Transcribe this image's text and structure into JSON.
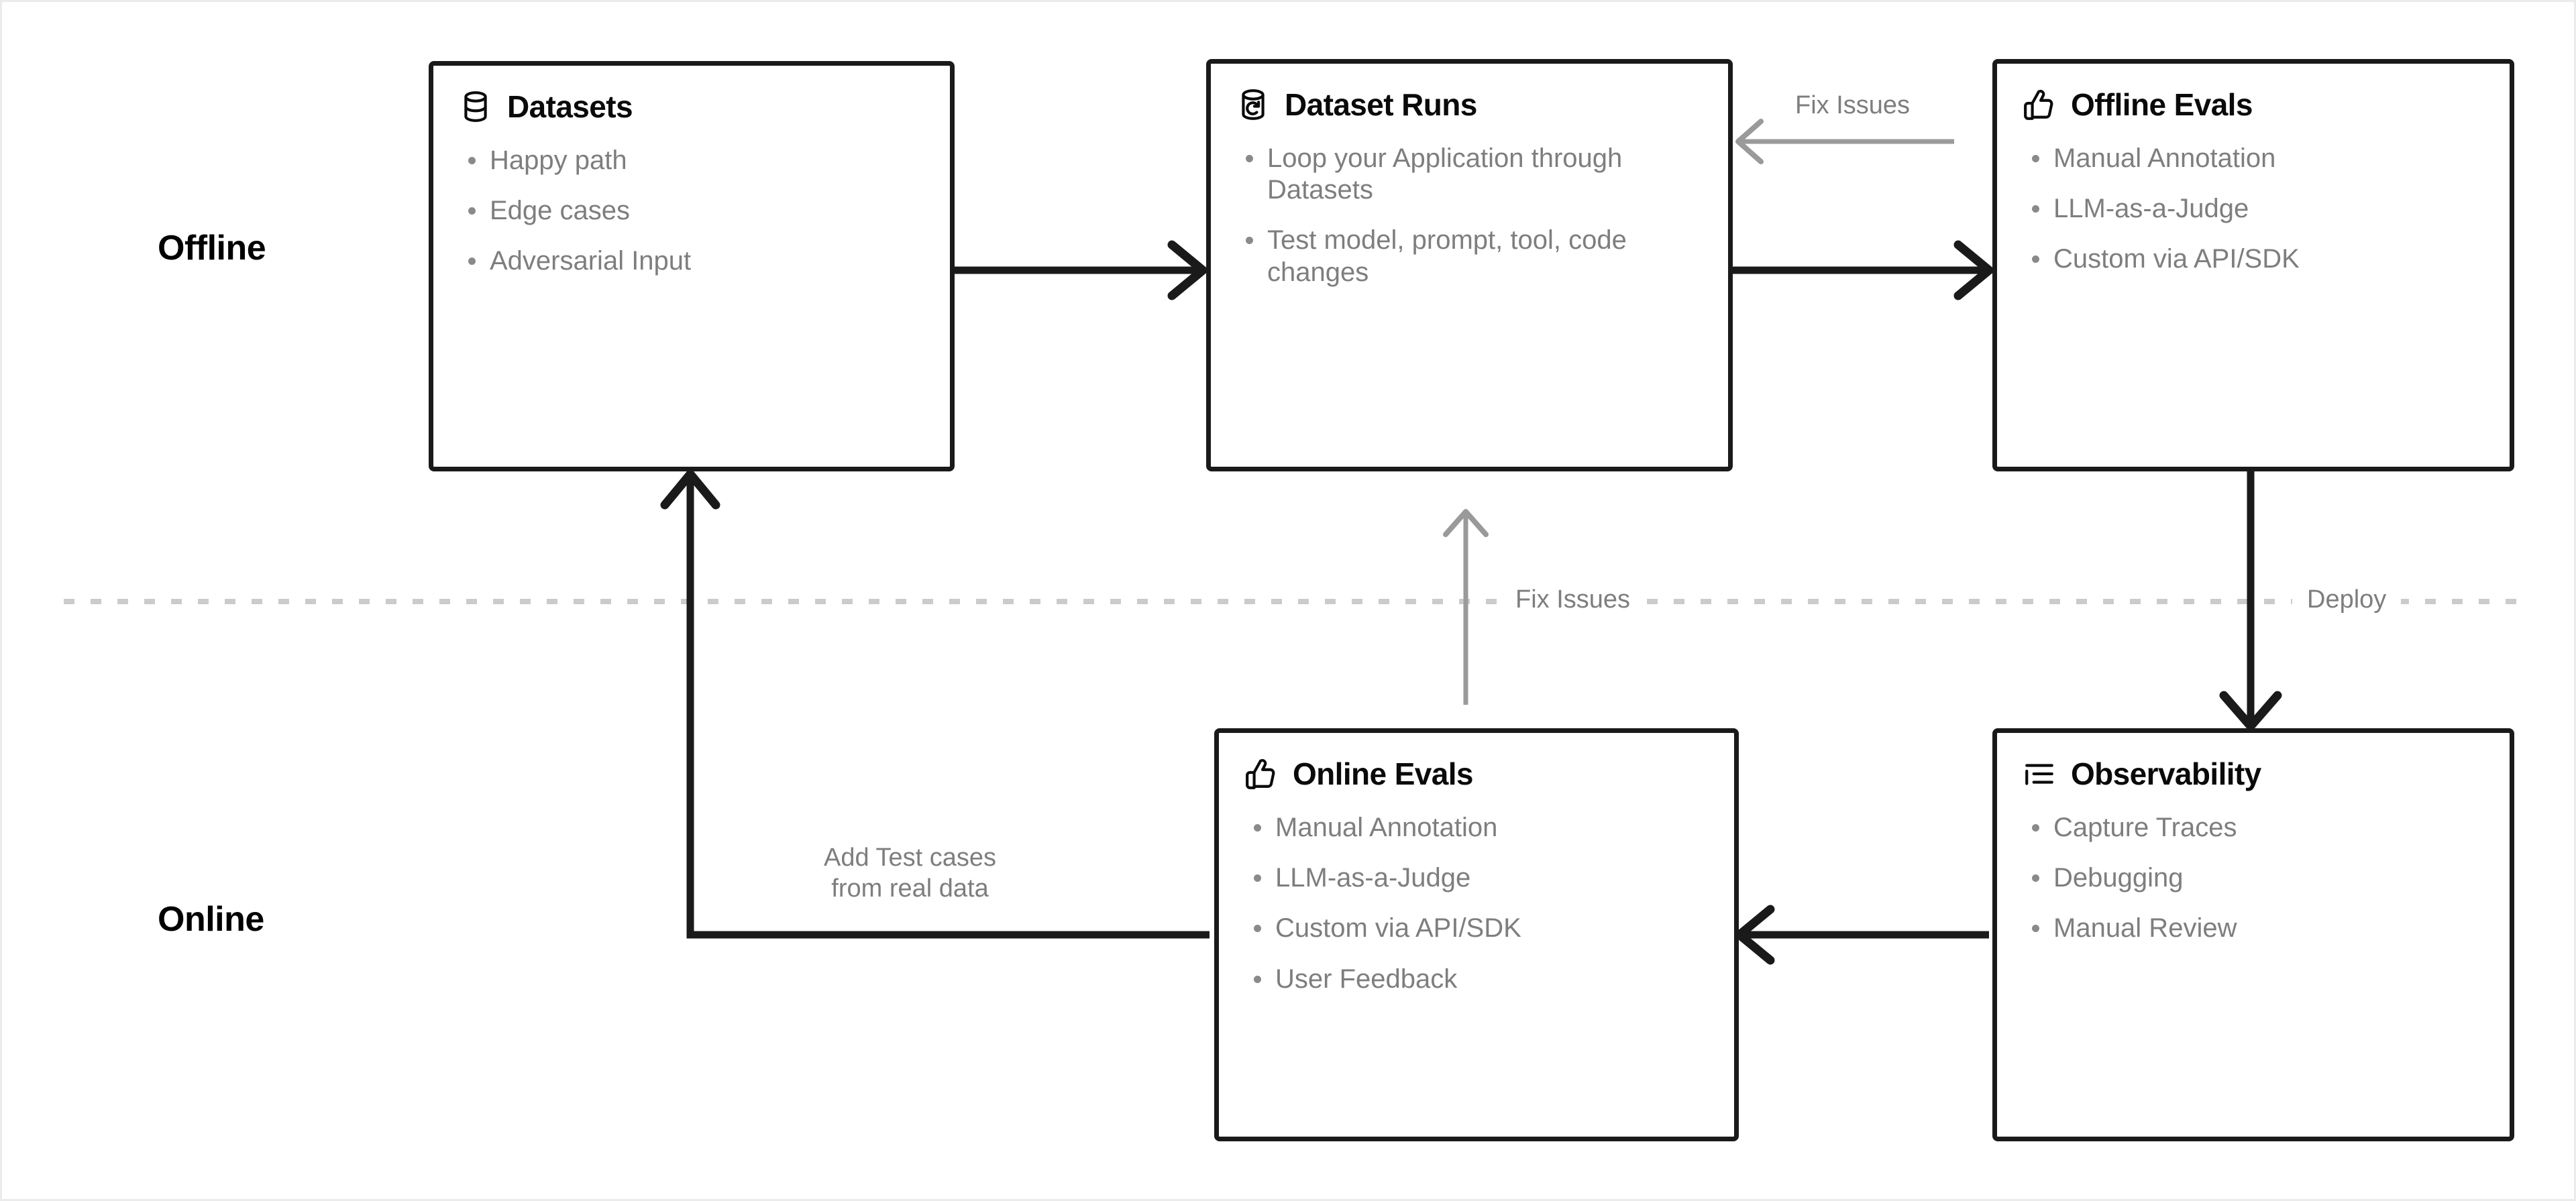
{
  "lanes": {
    "offline": "Offline",
    "online": "Online"
  },
  "nodes": {
    "datasets": {
      "title": "Datasets",
      "icon": "database-icon",
      "items": [
        "Happy path",
        "Edge cases",
        "Adversarial Input"
      ]
    },
    "dataset_runs": {
      "title": "Dataset Runs",
      "icon": "database-refresh-icon",
      "items": [
        "Loop your Application through Datasets",
        "Test model, prompt, tool, code changes"
      ]
    },
    "offline_evals": {
      "title": "Offline Evals",
      "icon": "thumbs-up-icon",
      "items": [
        "Manual Annotation",
        "LLM-as-a-Judge",
        "Custom via API/SDK"
      ]
    },
    "online_evals": {
      "title": "Online Evals",
      "icon": "thumbs-up-icon",
      "items": [
        "Manual Annotation",
        "LLM-as-a-Judge",
        "Custom via API/SDK",
        "User Feedback"
      ]
    },
    "observability": {
      "title": "Observability",
      "icon": "list-tree-icon",
      "items": [
        "Capture Traces",
        "Debugging",
        "Manual Review"
      ]
    }
  },
  "edges": {
    "fix_issues_top": "Fix Issues",
    "fix_issues_middle": "Fix Issues",
    "deploy": "Deploy",
    "add_test_cases_line1": "Add Test cases",
    "add_test_cases_line2": "from real data"
  },
  "colors": {
    "box_border": "#1a1a1a",
    "title_text": "#0a0a0a",
    "list_text": "#7e7e7e",
    "arrow_strong": "#1a1a1a",
    "arrow_soft": "#9a9a9a",
    "divider": "#cccccc",
    "canvas_border": "#ebebeb",
    "background": "#ffffff"
  }
}
